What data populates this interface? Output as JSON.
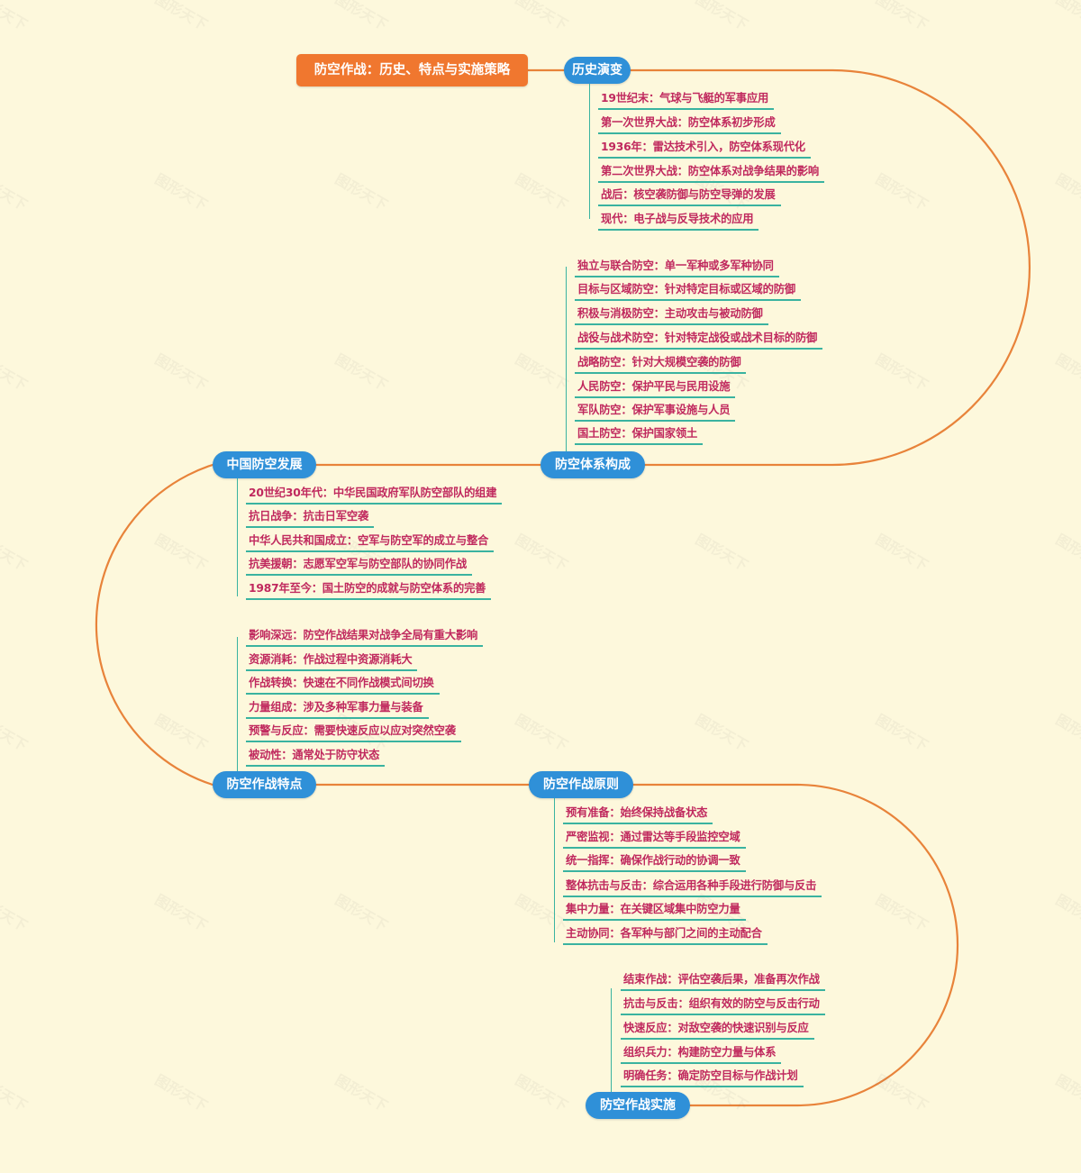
{
  "title": "防空作战：历史、特点与实施策略",
  "watermark": "图形天下",
  "colors": {
    "background": "#fdf8dc",
    "root": "#f0772f",
    "branch": "#2f90d8",
    "connector": "#e8833a",
    "leaf_text": "#c0295e",
    "leaf_line": "#3ab3a0"
  },
  "branches": [
    {
      "label": "历史演变",
      "items": [
        "19世纪末：气球与飞艇的军事应用",
        "第一次世界大战：防空体系初步形成",
        "1936年：雷达技术引入，防空体系现代化",
        "第二次世界大战：防空体系对战争结果的影响",
        "战后：核空袭防御与防空导弹的发展",
        "现代：电子战与反导技术的应用"
      ]
    },
    {
      "label": "防空体系构成",
      "items": [
        "独立与联合防空：单一军种或多军种协同",
        "目标与区域防空：针对特定目标或区域的防御",
        "积极与消极防空：主动攻击与被动防御",
        "战役与战术防空：针对特定战役或战术目标的防御",
        "战略防空：针对大规模空袭的防御",
        "人民防空：保护平民与民用设施",
        "军队防空：保护军事设施与人员",
        "国土防空：保护国家领土"
      ]
    },
    {
      "label": "中国防空发展",
      "items": [
        "20世纪30年代：中华民国政府军队防空部队的组建",
        "抗日战争：抗击日军空袭",
        "中华人民共和国成立：空军与防空军的成立与整合",
        "抗美援朝：志愿军空军与防空部队的协同作战",
        "1987年至今：国土防空的成就与防空体系的完善"
      ]
    },
    {
      "label": "防空作战特点",
      "items": [
        "影响深远：防空作战结果对战争全局有重大影响",
        "资源消耗：作战过程中资源消耗大",
        "作战转换：快速在不同作战模式间切换",
        "力量组成：涉及多种军事力量与装备",
        "预警与反应：需要快速反应以应对突然空袭",
        "被动性：通常处于防守状态"
      ]
    },
    {
      "label": "防空作战原则",
      "items": [
        "预有准备：始终保持战备状态",
        "严密监视：通过雷达等手段监控空域",
        "统一指挥：确保作战行动的协调一致",
        "整体抗击与反击：综合运用各种手段进行防御与反击",
        "集中力量：在关键区域集中防空力量",
        "主动协同：各军种与部门之间的主动配合"
      ]
    },
    {
      "label": "防空作战实施",
      "items": [
        "结束作战：评估空袭后果，准备再次作战",
        "抗击与反击：组织有效的防空与反击行动",
        "快速反应：对敌空袭的快速识别与反应",
        "组织兵力：构建防空力量与体系",
        "明确任务：确定防空目标与作战计划"
      ]
    }
  ]
}
